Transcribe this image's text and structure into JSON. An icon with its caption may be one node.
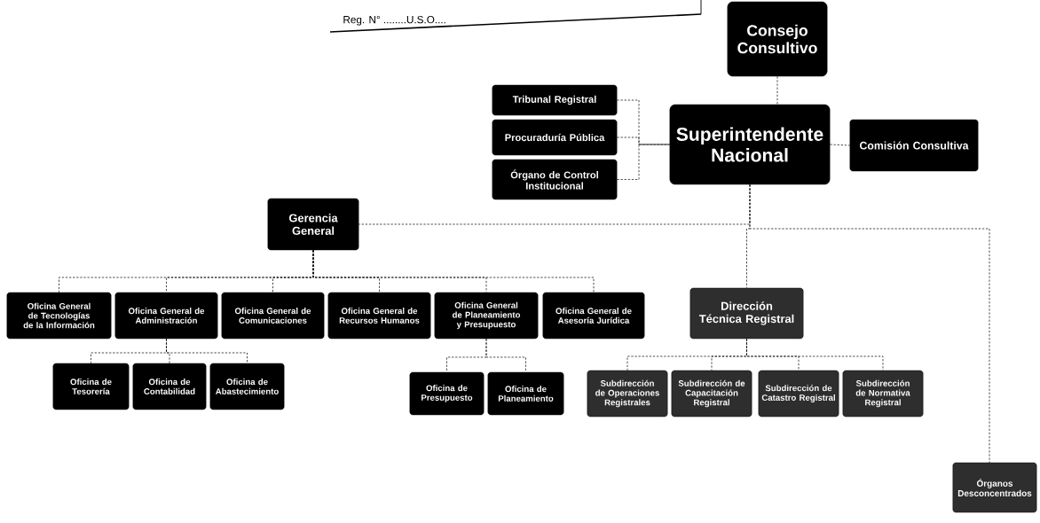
{
  "diagram": {
    "nodes": [
      {
        "text": [
          "Consejo Consultivo"
        ]
      },
      {
        "text": [
          "Tribunal Registral"
        ]
      },
      {
        "text": [
          "Procuraduría Pública"
        ]
      },
      {
        "text": [
          "Órgano de Control Institucional"
        ]
      },
      {
        "text": [
          "Superintendente Nacional"
        ]
      },
      {
        "text": [
          "Comisión Consultiva"
        ]
      },
      {
        "text": [
          "Gerencia General"
        ]
      },
      {
        "text": [
          "Oficina General de Tecnologías de la Información"
        ]
      },
      {
        "text": [
          "Oficina General de Administración"
        ]
      },
      {
        "text": [
          "Oficina General de Comunicaciones"
        ]
      },
      {
        "text": [
          "Oficina General de Recursos Humanos"
        ]
      },
      {
        "text": [
          "Oficina General de Planeamiento y Presupuesto"
        ]
      },
      {
        "text": [
          "Oficina General de Asesoría Jurídica"
        ]
      },
      {
        "text": [
          "Dirección Técnica Registral"
        ]
      },
      {
        "text": [
          "Oficina de Tesorería"
        ]
      },
      {
        "text": [
          "Oficina de Contabilidad"
        ]
      },
      {
        "text": [
          "Oficina de Abastecimiento"
        ]
      },
      {
        "text": [
          "Oficina de Presupuesto"
        ]
      },
      {
        "text": [
          "Oficina de Planeamiento"
        ]
      },
      {
        "text": [
          "Subdirección de Operaciones Registrales"
        ]
      },
      {
        "text": [
          "Subdirección de Capacitación Registral"
        ]
      },
      {
        "text": [
          "Subdirección de Catastro Registral"
        ]
      },
      {
        "text": [
          "Subdirección de Normativa Registral"
        ]
      },
      {
        "text": [
          "Órganos Desconcentrados"
        ]
      }
    ],
    "edges": [
      {
        "from": 0,
        "to": 4,
        "arrow": "none"
      },
      {
        "from": 1,
        "to": 4,
        "arrow": "none"
      },
      {
        "from": 2,
        "to": 4,
        "arrow": "none"
      },
      {
        "from": 3,
        "to": 4,
        "arrow": "none"
      },
      {
        "from": 4,
        "to": 5,
        "arrow": "none"
      },
      {
        "from": 4,
        "to": 6,
        "arrow": "none"
      },
      {
        "from": 6,
        "to": 7,
        "arrow": "none"
      },
      {
        "from": 6,
        "to": 8,
        "arrow": "none"
      },
      {
        "from": 6,
        "to": 9,
        "arrow": "none"
      },
      {
        "from": 6,
        "to": 10,
        "arrow": "none"
      },
      {
        "from": 6,
        "to": 11,
        "arrow": "none"
      },
      {
        "from": 6,
        "to": 12,
        "arrow": "none"
      },
      {
        "from": 4,
        "to": 13,
        "arrow": "none"
      },
      {
        "from": 8,
        "to": 14,
        "arrow": "none"
      },
      {
        "from": 8,
        "to": 15,
        "arrow": "none"
      },
      {
        "from": 8,
        "to": 16,
        "arrow": "none"
      },
      {
        "from": 11,
        "to": 17,
        "arrow": "none"
      },
      {
        "from": 11,
        "to": 18,
        "arrow": "none"
      },
      {
        "from": 13,
        "to": 19,
        "arrow": "none"
      },
      {
        "from": 13,
        "to": 20,
        "arrow": "none"
      },
      {
        "from": 13,
        "to": 21,
        "arrow": "none"
      },
      {
        "from": 13,
        "to": 22,
        "arrow": "none"
      },
      {
        "from": 4,
        "to": 23,
        "arrow": "none"
      }
    ],
    "labels": [
      "Reg. N° ........U.S.O...."
    ]
  }
}
